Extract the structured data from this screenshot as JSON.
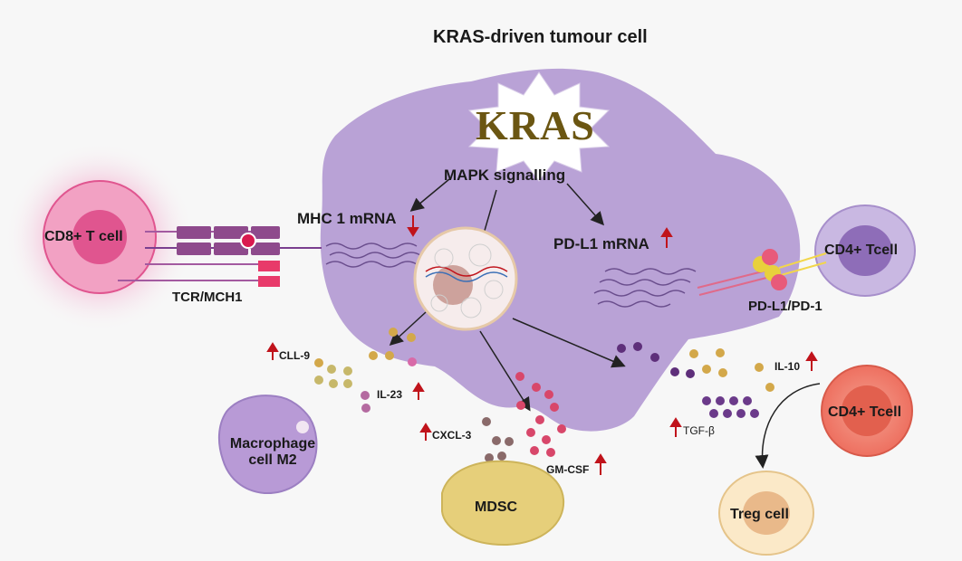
{
  "title": "KRAS-driven tumour cell",
  "kras": "KRAS",
  "mapk": "MAPK signalling",
  "mhc_mrna": "MHC 1 mRNA",
  "pdl1_mrna": "PD-L1 mRNA",
  "cd8": "CD8+ T cell",
  "tcr": "TCR/MCH1",
  "cd4_top": "CD4+ Tcell",
  "pdl1_pd1": "PD-L1/PD-1",
  "cll9": "CLL-9",
  "il23": "IL-23",
  "cxcl3": "CXCL-3",
  "gmcsf": "GM-CSF",
  "tgfb": "TGF-β",
  "il10": "IL-10",
  "macrophage": "Macrophage cell  M2",
  "mdsc": "MDSC",
  "cd4_bottom": "CD4+ Tcell",
  "treg": "Treg cell",
  "colors": {
    "tumour": "#b9a2d6",
    "cd8": "#e85a9a",
    "up_arrow": "#c0131b",
    "down_arrow": "#c0131b",
    "mdsc": "#e6cf7a",
    "treg": "#f4d8a6",
    "cd4_bottom": "#ef7a6a",
    "cd4_top": "#c9b8e2"
  }
}
